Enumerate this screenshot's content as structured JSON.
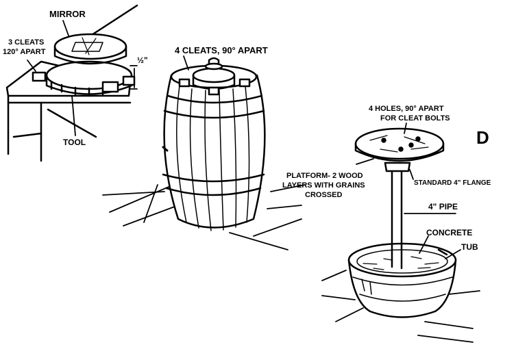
{
  "labels": {
    "mirror": "MIRROR",
    "three_cleats_1": "3 CLEATS",
    "three_cleats_2": "120° APART",
    "half_inch": "½\"",
    "tool": "TOOL",
    "four_cleats": "4 CLEATS, 90° APART",
    "four_holes_1": "4 HOLES, 90° APART",
    "four_holes_2": "FOR CLEAT BOLTS",
    "panel_letter": "D",
    "platform_1": "PLATFORM- 2 WOOD",
    "platform_2": "LAYERS WITH GRAINS",
    "platform_3": "CROSSED",
    "flange": "STANDARD 4\" FLANGE",
    "pipe": "4\" PIPE",
    "concrete": "CONCRETE",
    "tub": "TUB"
  },
  "colors": {
    "ink": "#000000",
    "paper": "#ffffff"
  }
}
